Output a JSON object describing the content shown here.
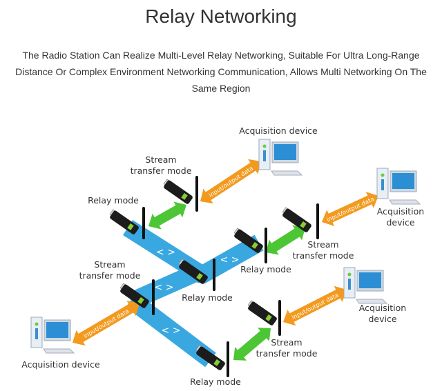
{
  "title": "Relay Networking",
  "subtitle": "The Radio Station Can Realize Multi-Level Relay Networking, Suitable For Ultra Long-Range Distance Or Complex Environment Networking Communication, Allows Multi Networking On The Same Region",
  "labels": [
    "Acquisition device",
    "Stream\ntransfer mode",
    "Relay mode",
    "Acquisition\ndevice",
    "Stream\ntransfer mode",
    "Relay mode",
    "Stream\ntransfer mode",
    "Relay mode",
    "Acquisition device",
    "Stream\ntransfer mode",
    "Acquisition device",
    "Relay mode"
  ],
  "io_label": "input/output data",
  "colors": {
    "relay_link": "#3aa8e0",
    "wireless_link": "#4cc634",
    "data_link": "#f39a1e",
    "device": "#1c1c1c"
  },
  "icons": [
    "usb-radio-device-icon",
    "desktop-computer-icon",
    "double-arrow-icon"
  ]
}
